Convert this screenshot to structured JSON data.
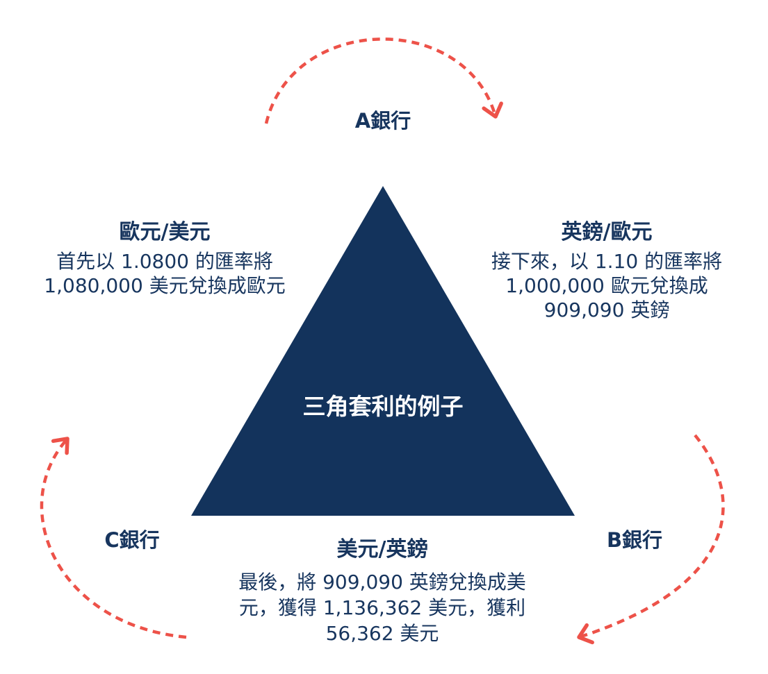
{
  "title": "三角套利的例子",
  "colors": {
    "background": "#ffffff",
    "triangle_navy": "#13335c",
    "text_navy": "#17355e",
    "arrow_coral": "#ed5249",
    "center_text": "#ffffff"
  },
  "center": {
    "label": "三角套利的例子"
  },
  "banks": {
    "a": "A銀行",
    "b": "B銀行",
    "c": "C銀行"
  },
  "steps": {
    "left": {
      "title": "歐元/美元",
      "lines": [
        "首先以 1.0800 的匯率將",
        "1,080,000 美元兌換成歐元"
      ]
    },
    "right": {
      "title": "英鎊/歐元",
      "lines": [
        "接下來，以 1.10 的匯率將",
        "1,000,000 歐元兌換成",
        "909,090 英鎊"
      ]
    },
    "bottom": {
      "title": "美元/英鎊",
      "lines": [
        "最後，將 909,090 英鎊兌換成美",
        "元，獲得 1,136,362 美元，獲利",
        "56,362 美元"
      ]
    }
  },
  "icons": {
    "arrows": "dashed-clockwise-arc-arrows"
  }
}
